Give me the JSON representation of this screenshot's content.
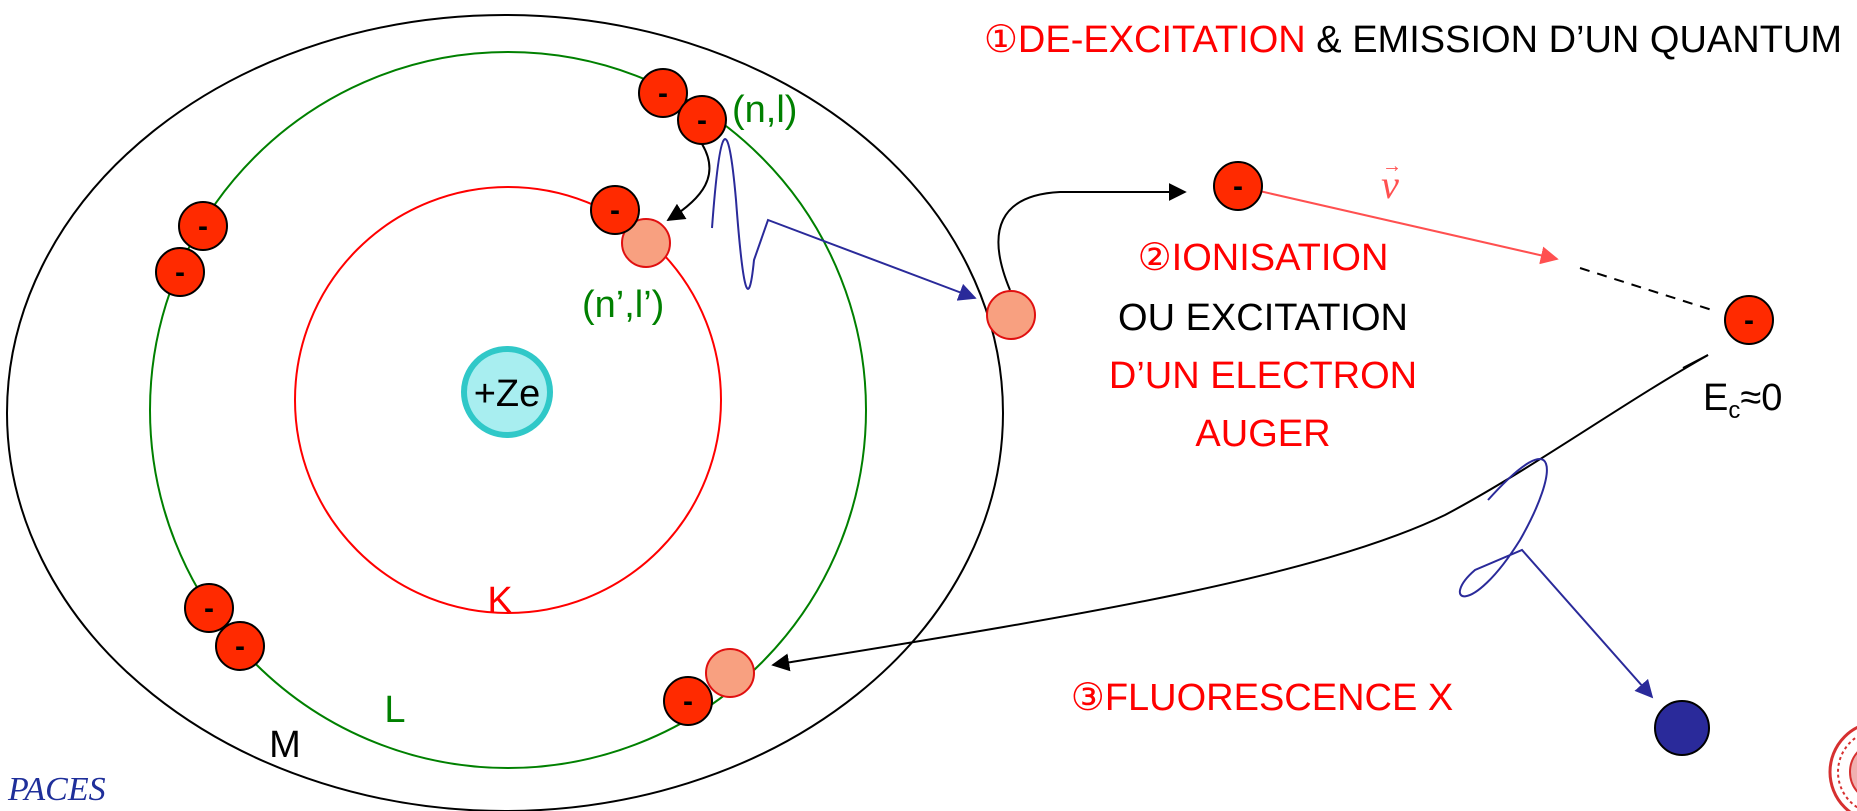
{
  "title": {
    "marker": "①",
    "red_part": "DE-EXCITATION",
    "black_part": " & EMISSION D’UN QUANTUM"
  },
  "nucleus": {
    "label": "+Ze"
  },
  "shells": {
    "k": "K",
    "l": "L",
    "m": "M"
  },
  "states": {
    "initial": "(n,l)",
    "final": "(n’,l’)"
  },
  "electron_symbol": "-",
  "ionisation": {
    "marker": "②",
    "line1": "IONISATION",
    "line2": "OU EXCITATION",
    "line3": "D’UN ELECTRON",
    "line4": "AUGER"
  },
  "velocity_symbol": "v",
  "energy": {
    "base": "E",
    "sub": "c",
    "rest": "≈0"
  },
  "fluorescence": {
    "marker": "③",
    "text": "FLUORESCENCE X"
  },
  "footer": {
    "logo_text": "PACES"
  },
  "colors": {
    "red_text": "#ff0000",
    "green": "#008000",
    "electron": "#ff2a00",
    "vacancy": "#f8a080",
    "nucleus_fill": "#a8eef0",
    "nucleus_stroke": "#30c8c8",
    "photon": "#2a2a9a",
    "fluorescence_dot": "#2a2a9a",
    "velocity_line": "#ff5050"
  }
}
